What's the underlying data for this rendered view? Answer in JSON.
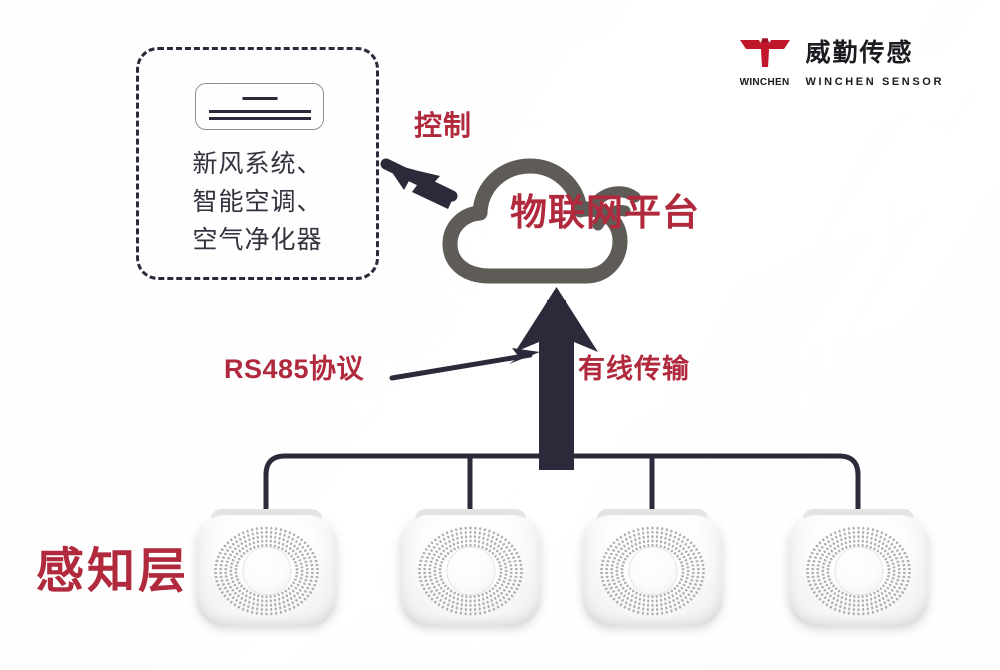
{
  "brand": {
    "logo_icon": "winchen-tri-mark-icon",
    "name_cn": "威勤传感",
    "name_en": "WINCHEN SENSOR",
    "mark_text": "WINCHEN",
    "logo_color": "#c1172b"
  },
  "colors": {
    "accent_red": "#b0293c",
    "dark_navy": "#2a2a3a",
    "cloud_gray": "#5f5c57",
    "background": "#fbfbfc"
  },
  "actuator_group": {
    "name": "actuator-dashed-group",
    "icon": "air-conditioner-icon",
    "lines": [
      "新风系统、",
      "智能空调、",
      "空气净化器"
    ]
  },
  "platform": {
    "icon": "cloud-wifi-icon",
    "label": "物联网平台"
  },
  "labels": {
    "control": "控制",
    "protocol": "RS485协议",
    "transmission": "有线传输",
    "layer": "感知层"
  },
  "arrows": {
    "control_arrow": "arrow-cloud-to-actuators",
    "protocol_arrow": "arrow-rs485-to-uplink",
    "uplink_arrow": "arrow-sensors-to-cloud"
  },
  "sensors": {
    "icon": "air-quality-sensor-icon",
    "count": 4,
    "items": [
      {
        "id": "sensor-1"
      },
      {
        "id": "sensor-2"
      },
      {
        "id": "sensor-3"
      },
      {
        "id": "sensor-4"
      }
    ]
  }
}
